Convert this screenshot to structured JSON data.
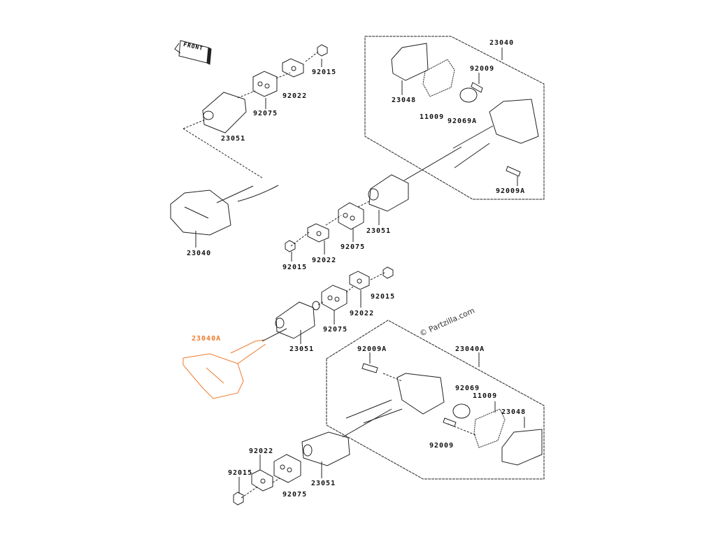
{
  "diagram": {
    "front_label": "FRONT",
    "watermark": "© Partzilla.com",
    "highlight_color": "#f07a2a",
    "labels": [
      {
        "id": "l1",
        "text": "23040"
      },
      {
        "id": "l2",
        "text": "92015"
      },
      {
        "id": "l3",
        "text": "92022"
      },
      {
        "id": "l4",
        "text": "92075"
      },
      {
        "id": "l5",
        "text": "23051"
      },
      {
        "id": "l6",
        "text": "23048"
      },
      {
        "id": "l7",
        "text": "92009"
      },
      {
        "id": "l8",
        "text": "11009"
      },
      {
        "id": "l9",
        "text": "92069A"
      },
      {
        "id": "l10",
        "text": "92009A"
      },
      {
        "id": "l11",
        "text": "23040"
      },
      {
        "id": "l12",
        "text": "23051"
      },
      {
        "id": "l13",
        "text": "92075"
      },
      {
        "id": "l14",
        "text": "92022"
      },
      {
        "id": "l15",
        "text": "92015"
      },
      {
        "id": "l16",
        "text": "92015"
      },
      {
        "id": "l17",
        "text": "92022"
      },
      {
        "id": "l18",
        "text": "92075"
      },
      {
        "id": "l19",
        "text": "23051"
      },
      {
        "id": "l20",
        "text": "23040A",
        "highlighted": true
      },
      {
        "id": "l21",
        "text": "92009A"
      },
      {
        "id": "l22",
        "text": "23040A"
      },
      {
        "id": "l23",
        "text": "92069"
      },
      {
        "id": "l24",
        "text": "11009"
      },
      {
        "id": "l25",
        "text": "23048"
      },
      {
        "id": "l26",
        "text": "92009"
      },
      {
        "id": "l27",
        "text": "92022"
      },
      {
        "id": "l28",
        "text": "92015"
      },
      {
        "id": "l29",
        "text": "23051"
      },
      {
        "id": "l30",
        "text": "92075"
      }
    ]
  }
}
